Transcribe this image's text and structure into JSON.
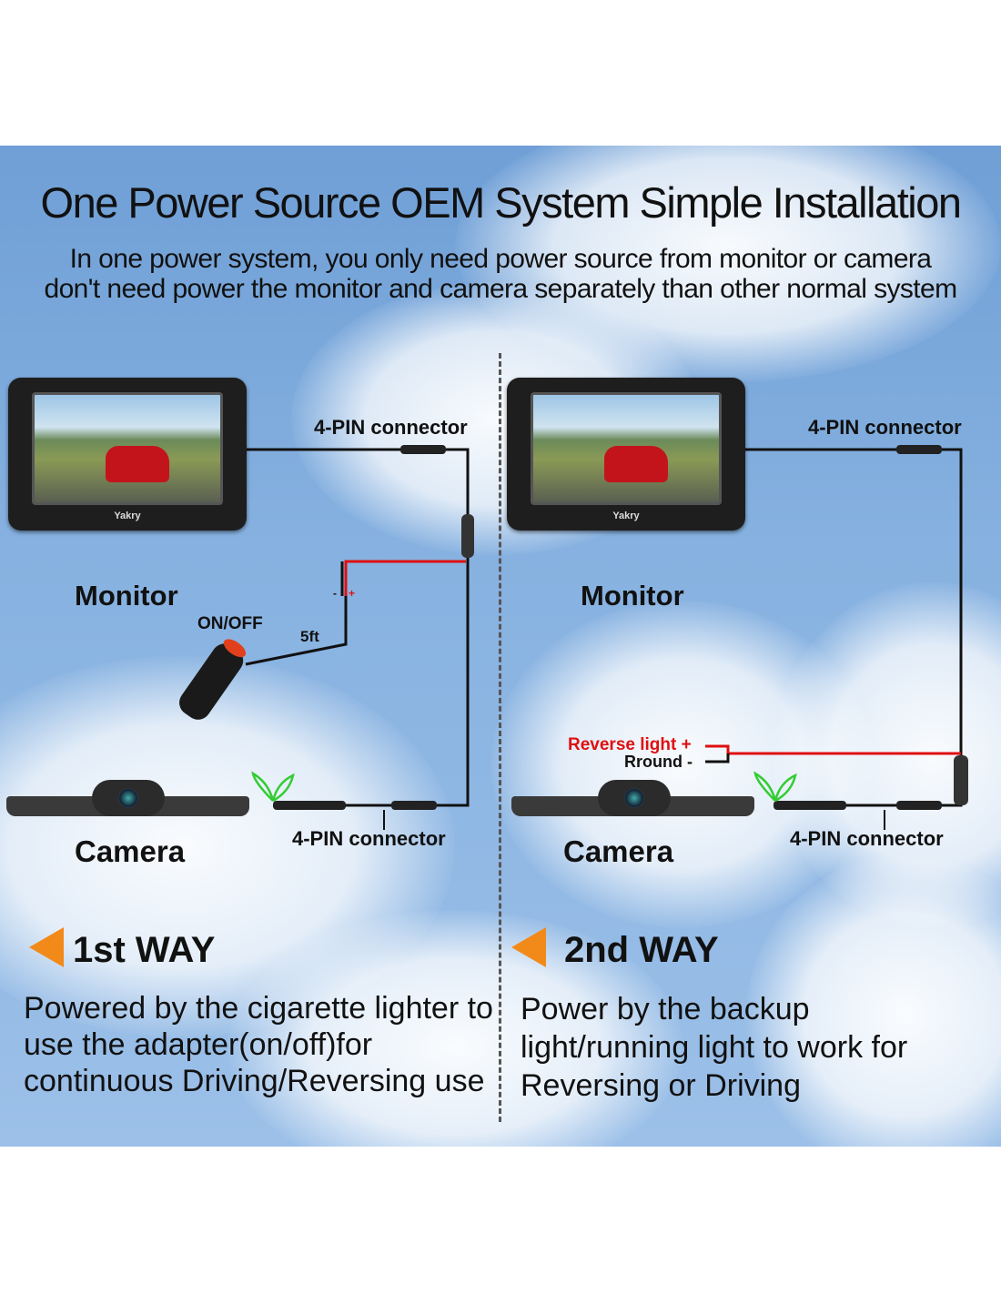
{
  "header": {
    "title": "One Power Source OEM System Simple Installation",
    "subtitle_line1": "In one power system, you only need power source from monitor or camera",
    "subtitle_line2": "don't need power the monitor and camera separately than other normal system"
  },
  "left": {
    "monitor_label": "Monitor",
    "monitor_brand": "Yakry",
    "top_connector": "4-PIN connector",
    "switch_label": "ON/OFF",
    "cable_length": "5ft",
    "minus": "-",
    "plus": "+",
    "camera_label": "Camera",
    "bottom_connector": "4-PIN connector",
    "way_title": "1st WAY",
    "description": "Powered by the cigarette lighter to use the adapter(on/off)for continuous Driving/Reversing use"
  },
  "right": {
    "monitor_label": "Monitor",
    "monitor_brand": "Yakry",
    "top_connector": "4-PIN connector",
    "reverse_label": "Reverse light +",
    "ground_label": "Rround -",
    "camera_label": "Camera",
    "bottom_connector": "4-PIN connector",
    "way_title": "2nd WAY",
    "description": "Power by the backup light/running light to work for Reversing or Driving"
  },
  "colors": {
    "accent": "#f28a1a",
    "positive_wire": "#e01010",
    "wire": "#111111"
  }
}
